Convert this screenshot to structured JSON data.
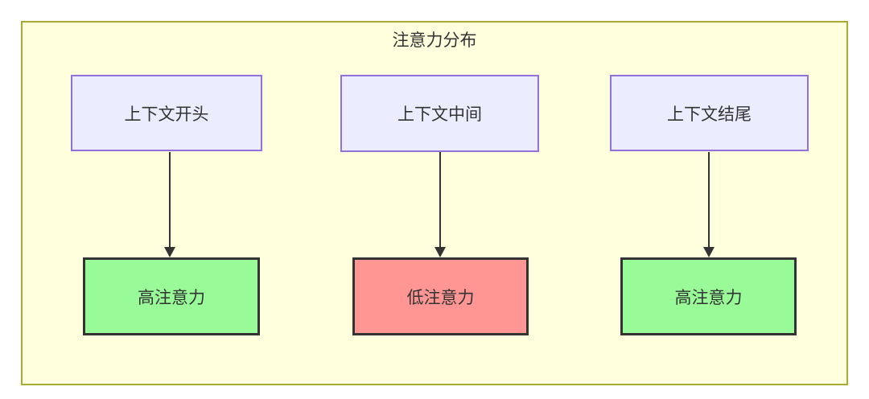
{
  "diagram": {
    "type": "flowchart",
    "title": "注意力分布",
    "container": {
      "fill": "#FFFFDE",
      "border_color": "#AAAA33"
    },
    "colors": {
      "context_node_fill": "#ECECFF",
      "context_node_border": "#9370DB",
      "high_attention_fill": "#98FB98",
      "low_attention_fill": "#FF9694",
      "result_node_border": "#333333",
      "edge_color": "#333333",
      "text_color": "#333333"
    },
    "nodes": {
      "top": [
        {
          "id": "context-start",
          "label": "上下文开头"
        },
        {
          "id": "context-middle",
          "label": "上下文中间"
        },
        {
          "id": "context-end",
          "label": "上下文结尾"
        }
      ],
      "bottom": [
        {
          "id": "high-attention-1",
          "label": "高注意力",
          "fill": "#98FB98",
          "level": "high"
        },
        {
          "id": "low-attention",
          "label": "低注意力",
          "fill": "#FF9694",
          "level": "low"
        },
        {
          "id": "high-attention-2",
          "label": "高注意力",
          "fill": "#98FB98",
          "level": "high"
        }
      ]
    },
    "edges": [
      {
        "from": "上下文开头",
        "to": "高注意力",
        "style": "arrow-down"
      },
      {
        "from": "上下文中间",
        "to": "低注意力",
        "style": "arrow-down"
      },
      {
        "from": "上下文结尾",
        "to": "高注意力",
        "style": "arrow-down"
      }
    ]
  }
}
